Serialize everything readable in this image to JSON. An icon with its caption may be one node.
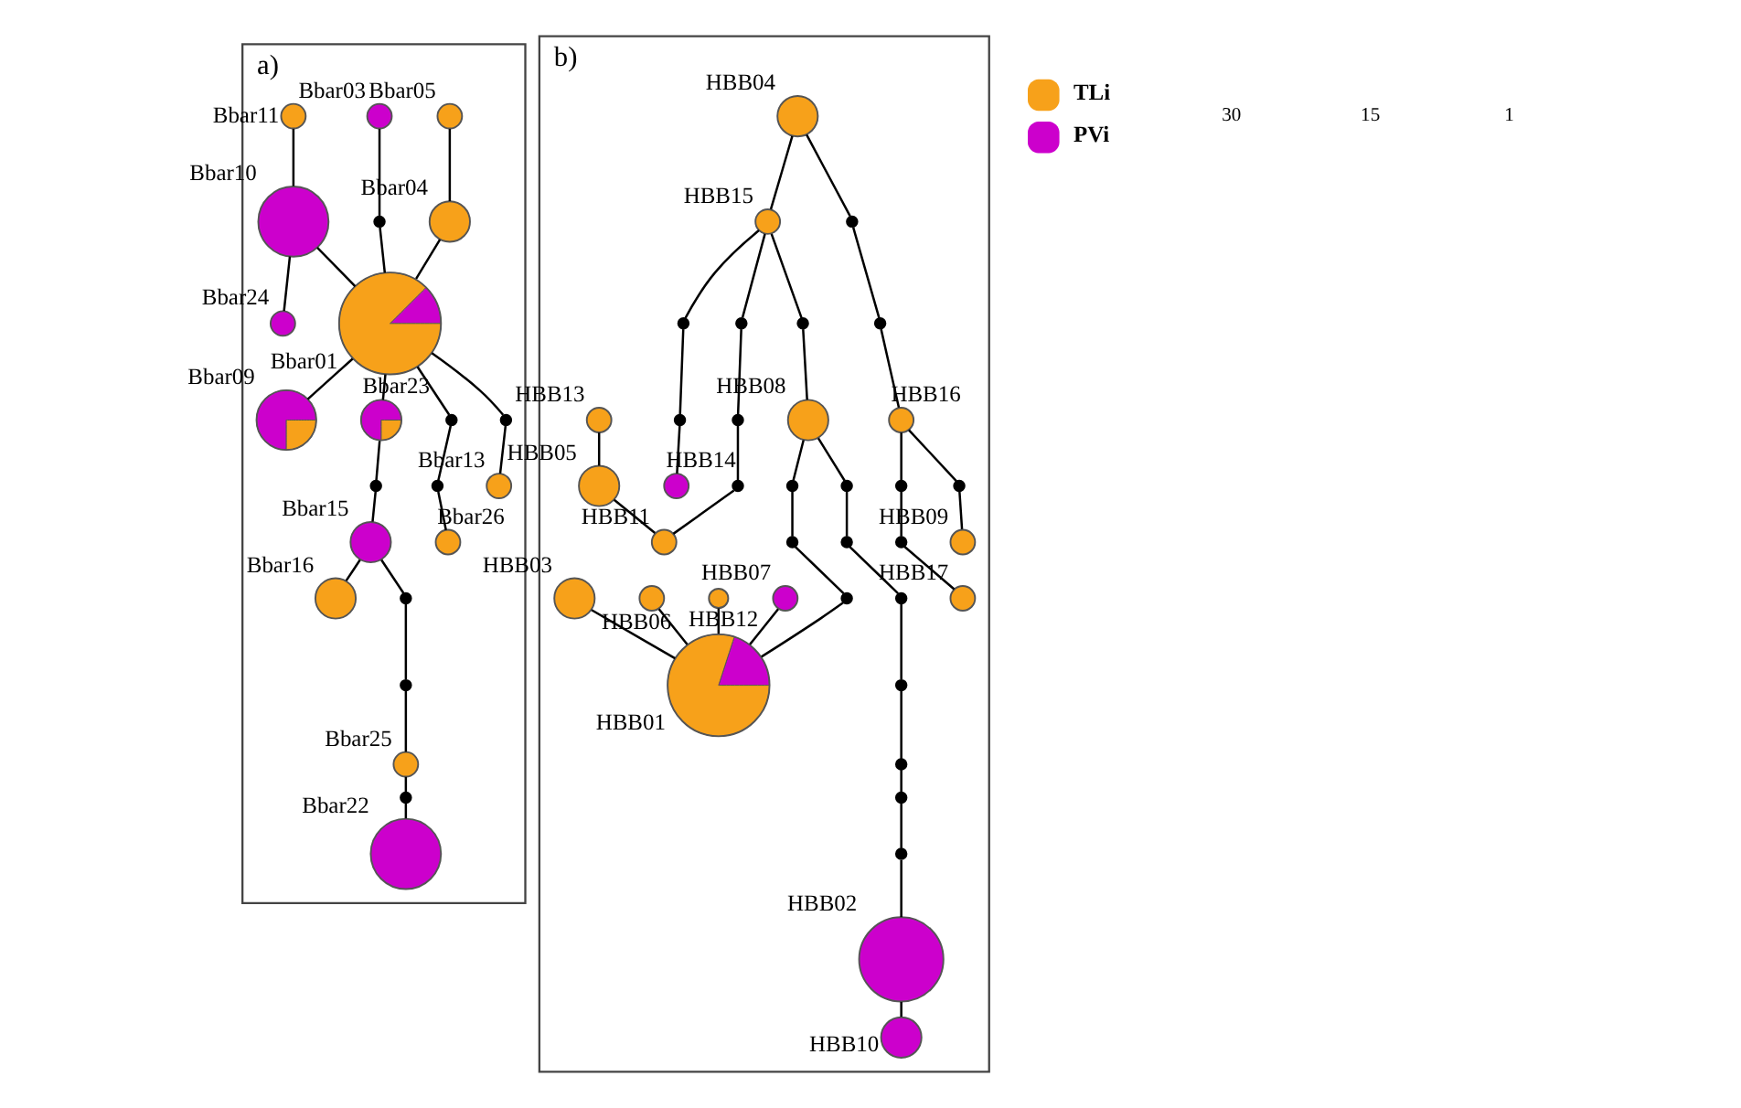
{
  "diagram": {
    "nodes": [
      {
        "text": [
          "a)"
        ]
      },
      {
        "text": [],
        "shape": "circle",
        "beside": [
          "Bbar05"
        ],
        "in": 0
      },
      {
        "text": [],
        "shape": "circle",
        "beside": [
          "Bbar04"
        ],
        "in": 0
      },
      {
        "text": [],
        "shape": "circle",
        "beside": [
          "Bbar09"
        ],
        "in": 0
      },
      {
        "text": [],
        "shape": "circle",
        "beside": [
          "Bbar03"
        ],
        "in": 0
      },
      {
        "text": [],
        "shape": "circle",
        "beside": [
          "Bbar26"
        ],
        "in": 0
      },
      {
        "text": [],
        "shape": "circle",
        "beside": [
          "Bbar11"
        ],
        "in": 0
      },
      {
        "text": [],
        "shape": "circle",
        "beside": [
          "Bbar10"
        ],
        "in": 0
      },
      {
        "text": [],
        "shape": "circle",
        "beside": [
          "Bbar01"
        ],
        "in": 0
      },
      {
        "text": [],
        "shape": "circle",
        "beside": [
          "Bbar24"
        ],
        "in": 0
      },
      {
        "text": [],
        "shape": "circle",
        "beside": [
          "Bbar23"
        ],
        "in": 0
      },
      {
        "text": [],
        "shape": "circle",
        "beside": [
          "Bbar13"
        ],
        "in": 0
      },
      {
        "text": [],
        "shape": "circle",
        "beside": [
          "Bbar15"
        ],
        "in": 0
      },
      {
        "text": [],
        "shape": "circle",
        "beside": [
          "Bbar25"
        ],
        "in": 0
      },
      {
        "text": [],
        "shape": "circle",
        "beside": [
          "Bbar16"
        ],
        "in": 0
      },
      {
        "text": [],
        "shape": "circle",
        "beside": [
          "Bbar22"
        ],
        "in": 0
      },
      {
        "text": [],
        "shape": "circle",
        "in": 0
      },
      {
        "text": [],
        "shape": "circle",
        "in": 0
      },
      {
        "text": [],
        "shape": "circle",
        "in": 0
      },
      {
        "text": [],
        "shape": "circle",
        "in": 0
      },
      {
        "text": [],
        "shape": "circle",
        "in": 0
      },
      {
        "text": [],
        "shape": "circle",
        "in": 0
      },
      {
        "text": [],
        "shape": "circle",
        "in": 0
      },
      {
        "text": [],
        "shape": "circle",
        "in": 0
      },
      {
        "text": [
          "b)"
        ]
      },
      {
        "text": [],
        "shape": "circle",
        "beside": [
          "HBB04"
        ],
        "in": 24
      },
      {
        "text": [],
        "shape": "circle",
        "beside": [
          "HBB16"
        ],
        "in": 24
      },
      {
        "text": [],
        "shape": "circle",
        "beside": [
          "HBB17"
        ],
        "in": 24
      },
      {
        "text": [],
        "shape": "circle",
        "beside": [
          "HBB09"
        ],
        "in": 24
      },
      {
        "text": [],
        "shape": "circle",
        "beside": [
          "HBB14"
        ],
        "in": 24
      },
      {
        "text": [],
        "shape": "circle",
        "beside": [
          "HBB15"
        ],
        "in": 24
      },
      {
        "text": [],
        "shape": "circle",
        "beside": [
          "HBB13"
        ],
        "in": 24
      },
      {
        "text": [],
        "shape": "circle",
        "beside": [
          "HBB05"
        ],
        "in": 24
      },
      {
        "text": [],
        "shape": "circle",
        "beside": [
          "HBB11"
        ],
        "in": 24
      },
      {
        "text": [],
        "shape": "circle",
        "beside": [
          "HBB08"
        ],
        "in": 24
      },
      {
        "text": [],
        "shape": "circle",
        "beside": [
          "HBB07"
        ],
        "in": 24
      },
      {
        "text": [],
        "shape": "circle",
        "beside": [
          "HBB01"
        ],
        "in": 24
      },
      {
        "text": [],
        "shape": "circle",
        "beside": [
          "HBB02"
        ],
        "in": 24
      },
      {
        "text": [],
        "shape": "circle",
        "beside": [
          "HBB12"
        ],
        "in": 24
      },
      {
        "text": [],
        "shape": "circle",
        "beside": [
          "HBB06"
        ],
        "in": 24
      },
      {
        "text": [],
        "shape": "circle",
        "beside": [
          "HBB03"
        ],
        "in": 24
      },
      {
        "text": [],
        "shape": "circle",
        "beside": [
          "HBB10"
        ],
        "in": 24
      },
      {
        "text": [],
        "shape": "circle",
        "in": 24
      },
      {
        "text": [],
        "shape": "circle",
        "in": 24
      },
      {
        "text": [],
        "shape": "circle",
        "in": 24
      },
      {
        "text": [],
        "shape": "circle",
        "in": 24
      },
      {
        "text": [],
        "shape": "circle",
        "in": 24
      },
      {
        "text": [],
        "shape": "circle",
        "in": 24
      },
      {
        "text": [],
        "shape": "circle",
        "in": 24
      },
      {
        "text": [],
        "shape": "circle",
        "in": 24
      },
      {
        "text": [],
        "shape": "circle",
        "in": 24
      },
      {
        "text": [],
        "shape": "circle",
        "in": 24
      },
      {
        "text": [],
        "shape": "circle",
        "in": 24
      },
      {
        "text": [],
        "shape": "circle",
        "in": 24
      },
      {
        "text": [],
        "shape": "circle",
        "in": 24
      },
      {
        "text": [],
        "shape": "circle",
        "in": 24
      },
      {
        "text": [],
        "shape": "circle",
        "in": 24
      },
      {
        "text": [],
        "shape": "circle",
        "in": 24
      },
      {
        "text": [],
        "shape": "circle",
        "in": 24
      },
      {
        "text": [],
        "shape": "circle",
        "in": 24
      },
      {
        "text": [],
        "shape": "circle",
        "in": 24
      },
      {
        "text": [],
        "shape": "circle",
        "in": 24
      },
      {
        "text": [],
        "shape": "circle",
        "in": 24
      }
    ],
    "edges": [
      {
        "from": 1,
        "to": 2,
        "arrow": "none"
      },
      {
        "from": 2,
        "to": 8,
        "arrow": "none"
      },
      {
        "from": 8,
        "to": 3,
        "arrow": "none"
      },
      {
        "from": 4,
        "to": 16,
        "arrow": "none"
      },
      {
        "from": 16,
        "to": 8,
        "arrow": "none"
      },
      {
        "from": 8,
        "to": 17,
        "arrow": "none"
      },
      {
        "from": 17,
        "to": 18,
        "arrow": "none"
      },
      {
        "from": 18,
        "to": 5,
        "arrow": "none"
      },
      {
        "from": 6,
        "to": 7,
        "arrow": "none"
      },
      {
        "from": 7,
        "to": 8,
        "arrow": "none"
      },
      {
        "from": 7,
        "to": 9,
        "arrow": "none"
      },
      {
        "from": 8,
        "to": 19,
        "arrow": "none"
      },
      {
        "from": 19,
        "to": 11,
        "arrow": "none"
      },
      {
        "from": 8,
        "to": 10,
        "arrow": "none"
      },
      {
        "from": 10,
        "to": 20,
        "arrow": "none"
      },
      {
        "from": 20,
        "to": 12,
        "arrow": "none"
      },
      {
        "from": 12,
        "to": 21,
        "arrow": "none"
      },
      {
        "from": 21,
        "to": 22,
        "arrow": "none"
      },
      {
        "from": 22,
        "to": 13,
        "arrow": "none"
      },
      {
        "from": 12,
        "to": 14,
        "arrow": "none"
      },
      {
        "from": 13,
        "to": 23,
        "arrow": "none"
      },
      {
        "from": 23,
        "to": 15,
        "arrow": "none"
      },
      {
        "from": 25,
        "to": 42,
        "arrow": "none"
      },
      {
        "from": 42,
        "to": 43,
        "arrow": "none"
      },
      {
        "from": 43,
        "to": 26,
        "arrow": "none"
      },
      {
        "from": 26,
        "to": 44,
        "arrow": "none"
      },
      {
        "from": 44,
        "to": 45,
        "arrow": "none"
      },
      {
        "from": 45,
        "to": 27,
        "arrow": "none"
      },
      {
        "from": 26,
        "to": 46,
        "arrow": "none"
      },
      {
        "from": 46,
        "to": 28,
        "arrow": "none"
      },
      {
        "from": 25,
        "to": 30,
        "arrow": "none"
      },
      {
        "from": 30,
        "to": 47,
        "arrow": "none"
      },
      {
        "from": 47,
        "to": 48,
        "arrow": "none"
      },
      {
        "from": 48,
        "to": 29,
        "arrow": "none"
      },
      {
        "from": 30,
        "to": 49,
        "arrow": "none"
      },
      {
        "from": 49,
        "to": 50,
        "arrow": "none"
      },
      {
        "from": 50,
        "to": 51,
        "arrow": "none"
      },
      {
        "from": 51,
        "to": 33,
        "arrow": "none"
      },
      {
        "from": 31,
        "to": 32,
        "arrow": "none"
      },
      {
        "from": 32,
        "to": 33,
        "arrow": "none"
      },
      {
        "from": 30,
        "to": 52,
        "arrow": "none"
      },
      {
        "from": 52,
        "to": 34,
        "arrow": "none"
      },
      {
        "from": 34,
        "to": 53,
        "arrow": "none"
      },
      {
        "from": 53,
        "to": 54,
        "arrow": "none"
      },
      {
        "from": 54,
        "to": 55,
        "arrow": "none"
      },
      {
        "from": 55,
        "to": 36,
        "arrow": "none"
      },
      {
        "from": 34,
        "to": 56,
        "arrow": "none"
      },
      {
        "from": 56,
        "to": 57,
        "arrow": "none"
      },
      {
        "from": 57,
        "to": 58,
        "arrow": "none"
      },
      {
        "from": 58,
        "to": 59,
        "arrow": "none"
      },
      {
        "from": 59,
        "to": 60,
        "arrow": "none"
      },
      {
        "from": 60,
        "to": 61,
        "arrow": "none"
      },
      {
        "from": 61,
        "to": 62,
        "arrow": "none"
      },
      {
        "from": 62,
        "to": 37,
        "arrow": "none"
      },
      {
        "from": 35,
        "to": 36,
        "arrow": "none"
      },
      {
        "from": 38,
        "to": 36,
        "arrow": "none"
      },
      {
        "from": 39,
        "to": 36,
        "arrow": "none"
      },
      {
        "from": 40,
        "to": 36,
        "arrow": "none"
      },
      {
        "from": 37,
        "to": 41,
        "arrow": "none"
      }
    ],
    "labels": [
      "30",
      "15",
      "1"
    ],
    "legend": [
      {
        "text": "TLi",
        "color": "#f7a11a"
      },
      {
        "text": "PVi",
        "color": "#cc00cc"
      }
    ]
  }
}
